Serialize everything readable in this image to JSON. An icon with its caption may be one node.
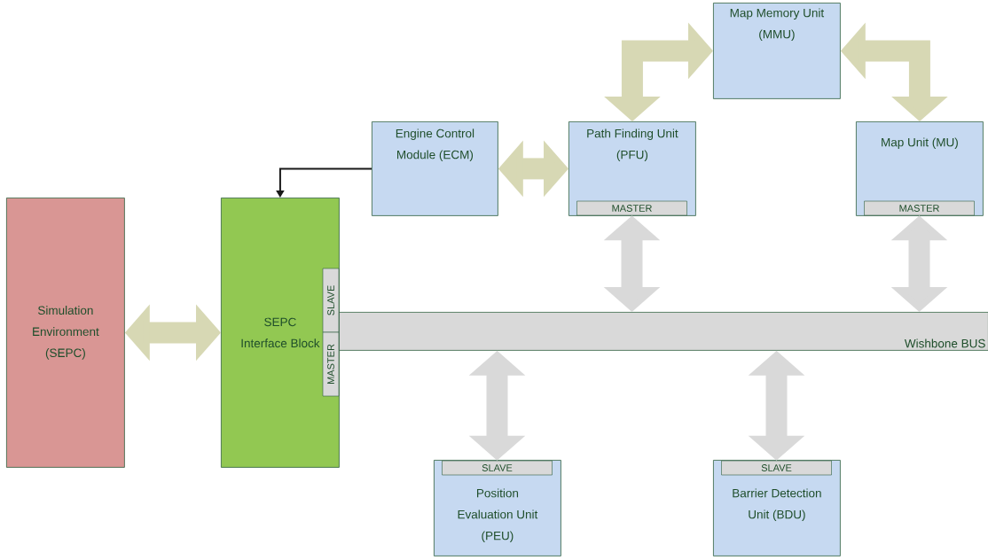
{
  "diagram": {
    "nodes": [
      {
        "text": [
          "Simulation Environment (SEPC)"
        ]
      },
      {
        "text": [
          "SEPC Interface Block"
        ]
      },
      {
        "text": [
          "SLAVE"
        ],
        "in": 1
      },
      {
        "text": [
          "MASTER"
        ],
        "in": 1
      },
      {
        "text": [
          "Wishbone BUS"
        ]
      },
      {
        "text": [
          "Engine Control Module (ECM)"
        ]
      },
      {
        "text": [
          "Path Finding Unit (PFU)"
        ]
      },
      {
        "text": [
          "MASTER"
        ],
        "in": 6
      },
      {
        "text": [
          "Map Memory Unit (MMU)"
        ]
      },
      {
        "text": [
          "Map Unit (MU)"
        ]
      },
      {
        "text": [
          "MASTER"
        ],
        "in": 9
      },
      {
        "text": [
          "Position Evaluation Unit (PEU)"
        ]
      },
      {
        "text": [
          "SLAVE"
        ],
        "in": 11
      },
      {
        "text": [
          "Barrier Detection Unit (BDU)"
        ]
      },
      {
        "text": [
          "SLAVE"
        ],
        "in": 13
      }
    ],
    "edges": [
      {
        "from": 0,
        "to": 1,
        "arrow": "both",
        "color": "#d7d8b4"
      },
      {
        "from": 5,
        "to": 1,
        "arrow": "to",
        "color": "#191919"
      },
      {
        "from": 5,
        "to": 6,
        "arrow": "both",
        "color": "#d7d8b4"
      },
      {
        "from": 6,
        "to": 8,
        "arrow": "both",
        "color": "#d7d8b4"
      },
      {
        "from": 8,
        "to": 9,
        "arrow": "both",
        "color": "#d7d8b4"
      },
      {
        "from": 7,
        "to": 4,
        "arrow": "both",
        "color": "#d9d9d9"
      },
      {
        "from": 10,
        "to": 4,
        "arrow": "both",
        "color": "#d9d9d9"
      },
      {
        "from": 12,
        "to": 4,
        "arrow": "both",
        "color": "#d9d9d9"
      },
      {
        "from": 14,
        "to": 4,
        "arrow": "both",
        "color": "#d9d9d9"
      }
    ]
  }
}
